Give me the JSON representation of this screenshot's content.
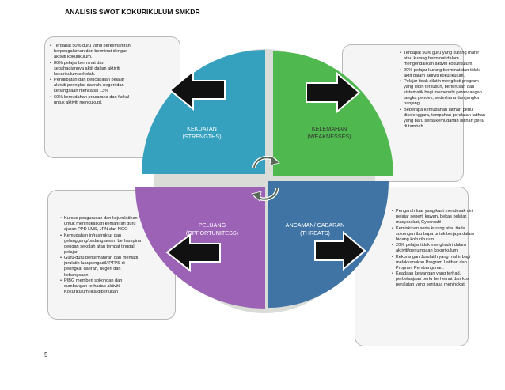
{
  "page": {
    "title": "ANALISIS SWOT KOKURIKULUM SMKDR",
    "page_number": "5"
  },
  "colors": {
    "strengths": "#36a1bf",
    "weaknesses": "#4fb84e",
    "opportunities": "#9b62b5",
    "threats": "#3f74a5",
    "ring": "#dadcd7",
    "box_fill": "#f5f5f5",
    "arrow": "#111111"
  },
  "quadrants": {
    "strengths": {
      "line1": "KEKUATAN",
      "line2": "(STRENGTHS)",
      "points": [
        "Terdapat 50% guru yang berkemahiran, berpengalaman dan berminat dengan aktiviti kokurikulum.",
        "80% pelajar berminat dan sebahagiannya aktif dalam aktiviti kokurikulum sekolah.",
        "Penglibatan dan pencapaian pelajar aktiviti peringkat daerah, negeri dan kebangsaan mencapai 13%",
        "60% kemudahan prasarana dan fizikal untuk aktiviti mencukupi."
      ]
    },
    "weaknesses": {
      "line1": "KELEMAHAN",
      "line2": "(WEAKNESSES)",
      "points": [
        "Terdapat 50% guru yang kurang mahir atau kurang berminat dalam mengendalikan aktiviti kokurikulum.",
        "20% pelajar kurang berminat dan tidak aktif dalam aktiviti kokurikulum.",
        "Pelajar tidak dilatih mengikuti program yang lebih tersusun, berterusan dan sistematik bagi memenuhi perancangan jangka pendek, sederhana dan jangka panjang.",
        "Beberapa kemudahan latihan perlu diselenggara, tempahan peralatan latihan yang baru serta kemudahan latihan perlu di tambah."
      ]
    },
    "opportunities": {
      "line1": "PELUANG",
      "line2": "(OPPORTUNITESS)",
      "points": [
        "Kursus pengurusan dan kejurulatihan untuk meningkatkan kemahiran guru ajuran PPD LMS, JPN dan NGO",
        "Kemudahan infrastruktur dan gelanggang/padang awam berhampiran dengan sekolah atau tempat tinggal pelajar.",
        "Guru-guru berkemahiran dan menjadi jurulatih luar/pengadil/ PTPS di peringkat daerah, negeri dan kebangsaan.",
        "PIBG memberi sokongan dan sumbangan terhadap aktiviti Kokurikulum jika diperlukan"
      ]
    },
    "threats": {
      "line1": "ANCAMAN/ CABARAN",
      "line2": "(THREATS)",
      "points": [
        "Pengaruh luar yang kuat mendesak diri pelajar seperti kawan, bekas pelajar, masyarakat, Cybercafé",
        "Kemiskinan serta kurang atau tiada sokongan ibu bapa untuk berjaya dalam bidang kokurikulum.",
        "20% pelajar tidak menghadiri dalam aktiviti/perjumpaan kokurikulum",
        "Kekurangan Jurulatih yang mahir bagi melaksanakan Program Latihan dan Program Pembangunan.",
        "Keadaan kewangan yang terhad, perbelanjaan perlu berhemat dan kos peralatan yang sentiasa meningkat."
      ]
    }
  }
}
